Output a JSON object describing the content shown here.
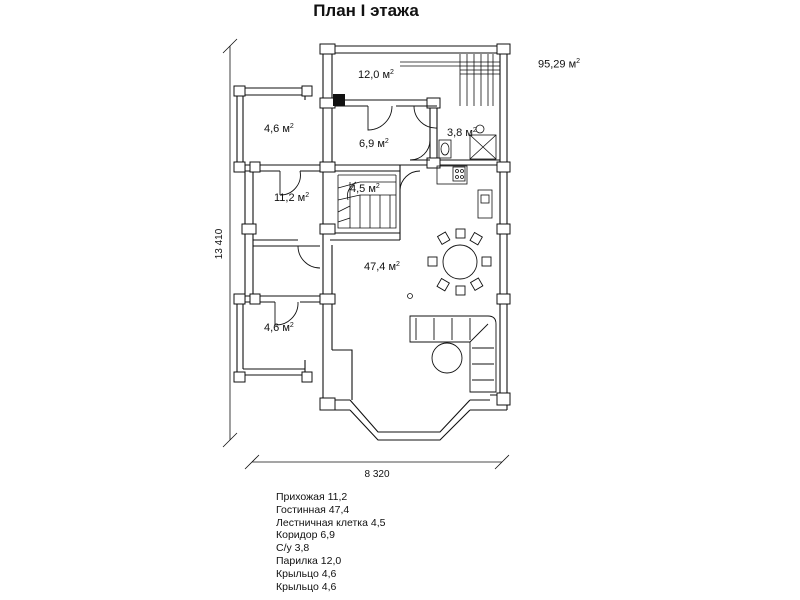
{
  "title": "План I этажа",
  "total_area": {
    "value": "95,29",
    "unit": "м",
    "sup": "2"
  },
  "dimensions": {
    "vertical": "13 410",
    "horizontal": "8 320"
  },
  "rooms": [
    {
      "id": "sauna",
      "area": "12,0",
      "unit": "м",
      "sup": "2"
    },
    {
      "id": "porch-top",
      "area": "4,6",
      "unit": "м",
      "sup": "2"
    },
    {
      "id": "corridor",
      "area": "6,9",
      "unit": "м",
      "sup": "2"
    },
    {
      "id": "wc",
      "area": "3,8",
      "unit": "м",
      "sup": "2"
    },
    {
      "id": "hall",
      "area": "11,2",
      "unit": "м",
      "sup": "2"
    },
    {
      "id": "stair",
      "area": "4,5",
      "unit": "м",
      "sup": "2"
    },
    {
      "id": "living",
      "area": "47,4",
      "unit": "м",
      "sup": "2"
    },
    {
      "id": "porch-bottom",
      "area": "4,6",
      "unit": "м",
      "sup": "2"
    }
  ],
  "legend": [
    "Прихожая 11,2",
    "Гостинная 47,4",
    "Лестничная клетка 4,5",
    "Коридор 6,9",
    "С/у 3,8",
    "Парилка 12,0",
    "Крыльцо 4,6",
    "Крыльцо 4,6"
  ]
}
